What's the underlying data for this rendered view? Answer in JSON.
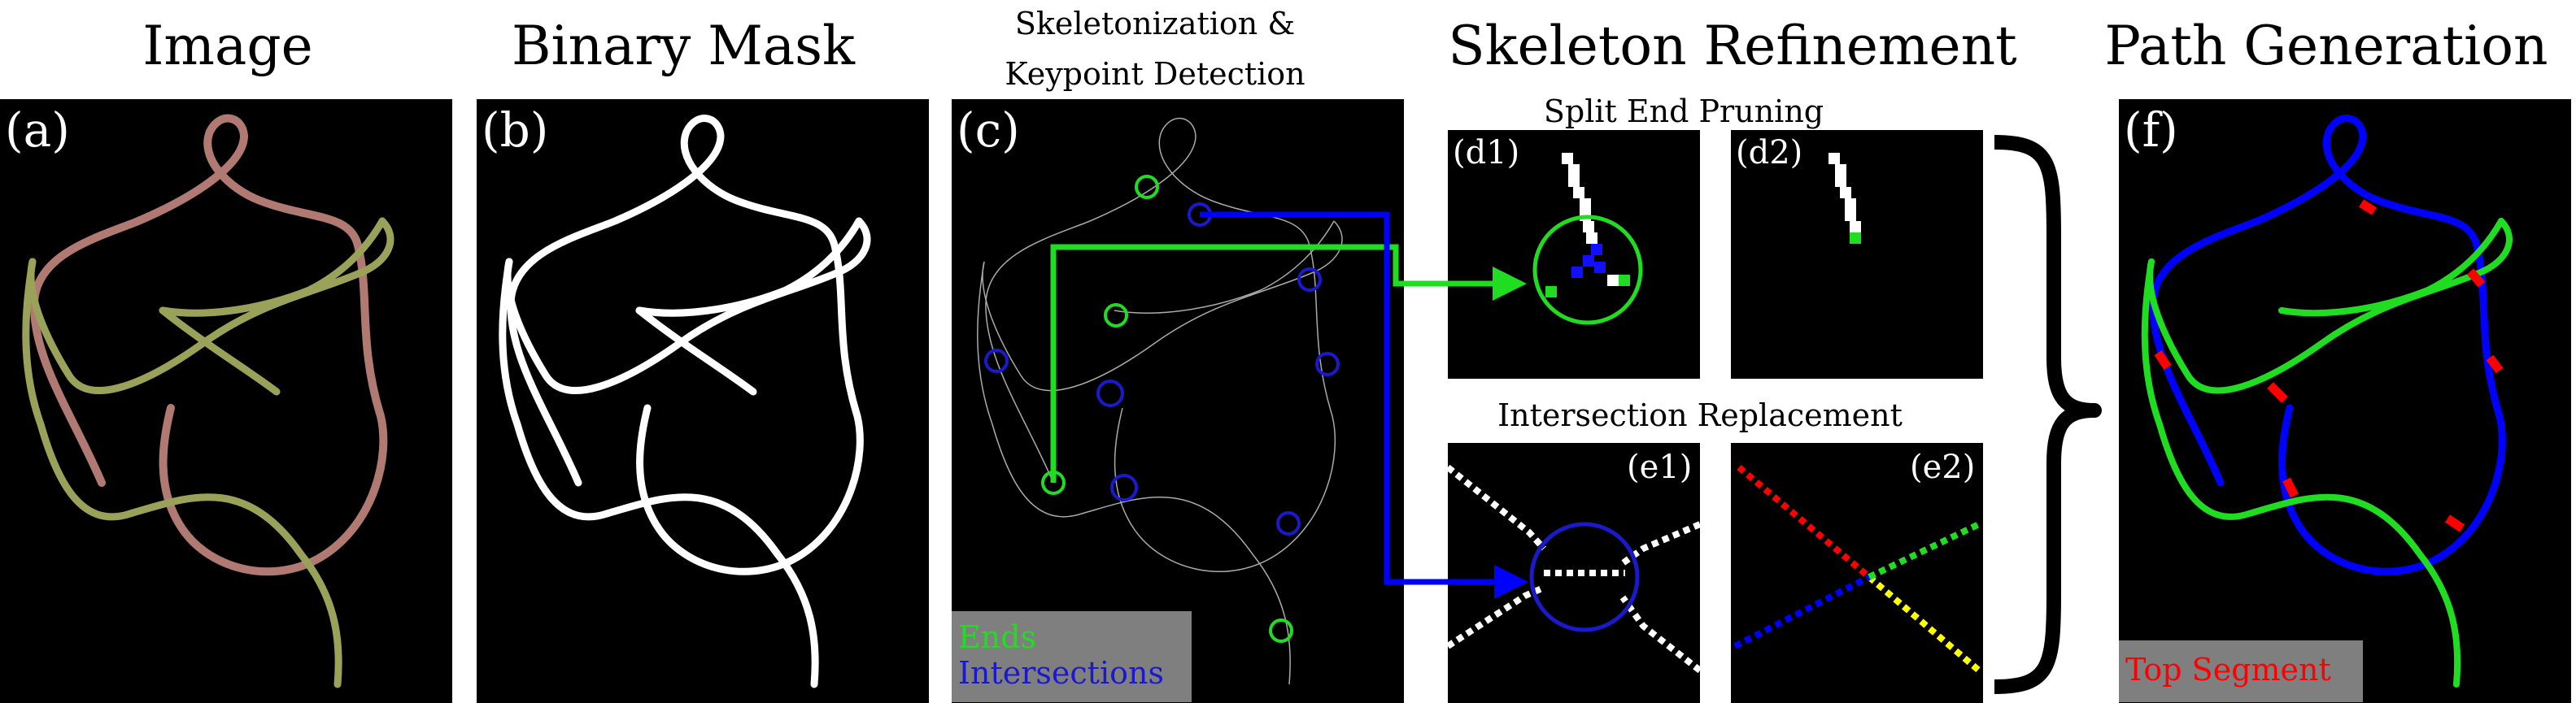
{
  "titles": {
    "image": "Image",
    "binary_mask": "Binary Mask",
    "skeletonization_line1": "Skeletonization &",
    "skeletonization_line2": "Keypoint Detection",
    "skeleton_refinement": "Skeleton Refinement",
    "split_end_pruning": "Split End Pruning",
    "intersection_replacement": "Intersection Replacement",
    "path_generation": "Path Generation"
  },
  "panel_labels": {
    "a": "(a)",
    "b": "(b)",
    "c": "(c)",
    "d1": "(d1)",
    "d2": "(d2)",
    "e1": "(e1)",
    "e2": "(e2)",
    "f": "(f)"
  },
  "legend_c": {
    "ends": "Ends",
    "intersections": "Intersections"
  },
  "legend_f": {
    "top_segment": "Top Segment"
  },
  "colors": {
    "cable_brown": "#b07a72",
    "cable_olive": "#9aa25a",
    "end_marker": "#21dd21",
    "intersection_marker": "#1a1acc",
    "path_blue": "#0000ff",
    "path_green": "#21dd21",
    "top_segment": "#ff0000",
    "legend_bg": "#7f7f7f"
  }
}
